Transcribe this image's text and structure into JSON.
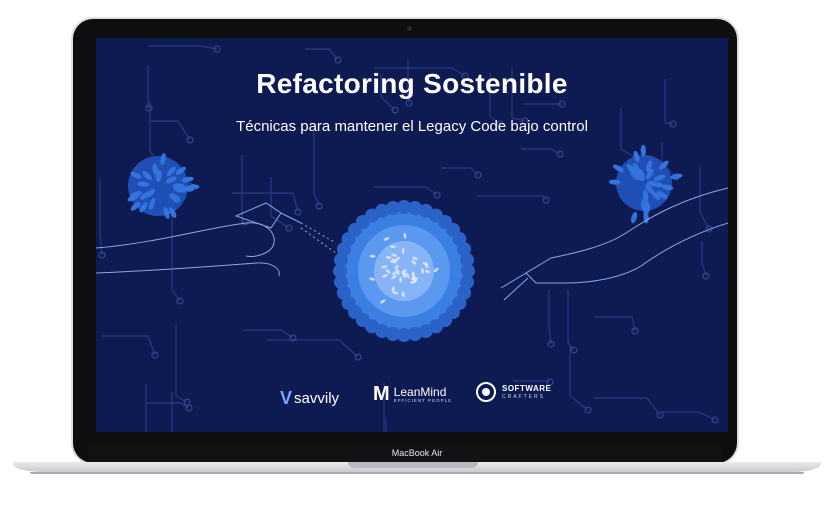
{
  "screen": {
    "title": "Refactoring Sostenible",
    "subtitle": "Técnicas para mantener el Legacy Code bajo control",
    "background_color": "#0e1a52",
    "accent_color": "#3f7fe0"
  },
  "logos": {
    "savvily": {
      "mark": "V",
      "name": "savvily"
    },
    "leanmind": {
      "mark": "M",
      "name": "LeanMind",
      "tagline": "EFFICIENT PEOPLE"
    },
    "software_crafters": {
      "name": "SOFTWARE",
      "tagline": "CRAFTERS"
    }
  },
  "device": {
    "model_label": "MacBook Air"
  }
}
